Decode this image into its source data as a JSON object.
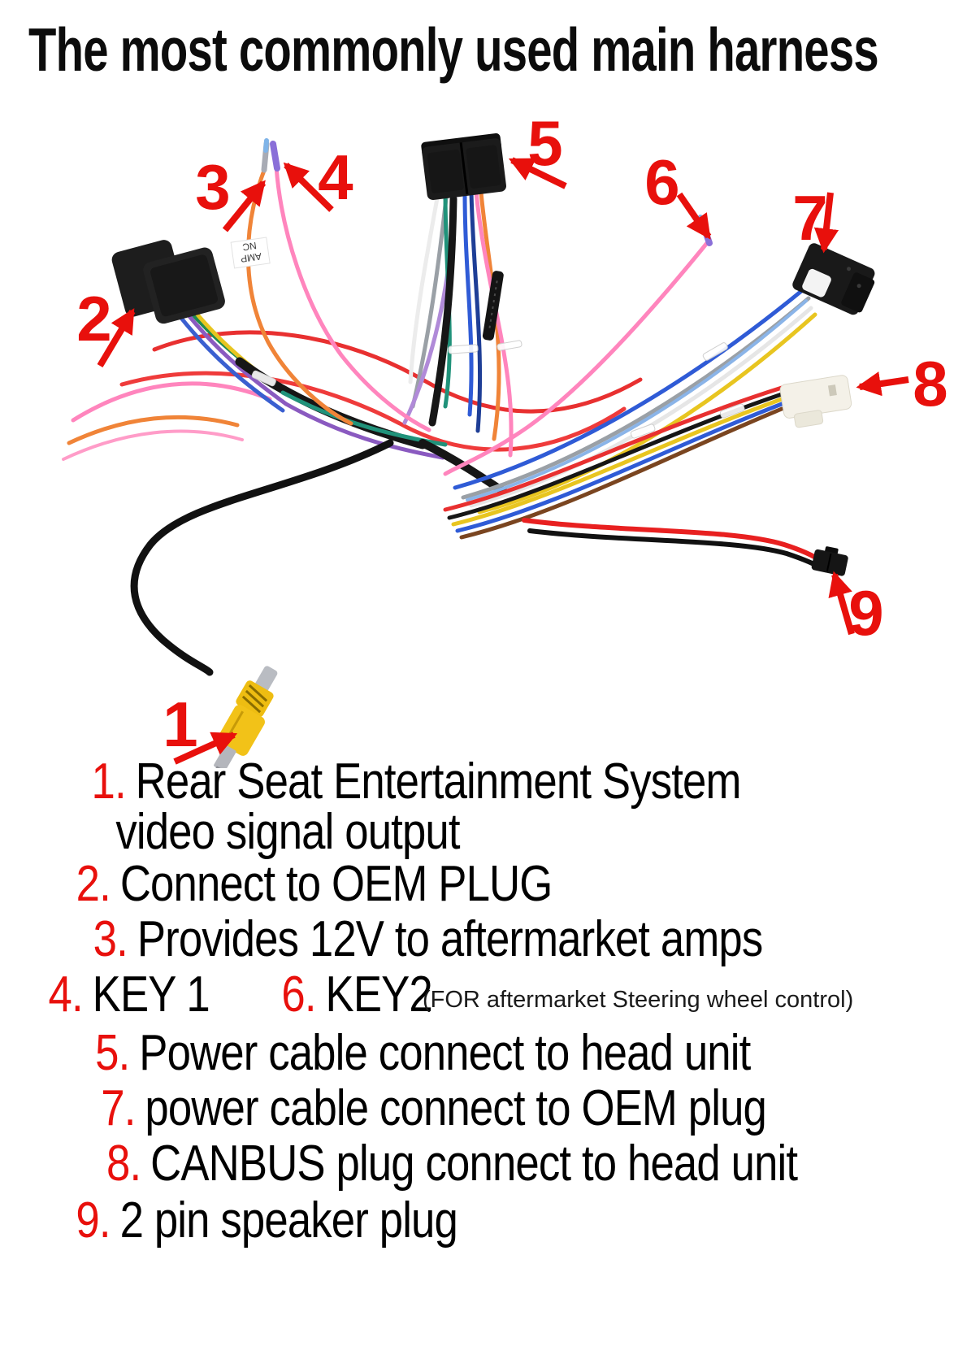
{
  "title": "The most commonly used main harness",
  "colors": {
    "annotation_red": "#e8100c",
    "text_black": "#0c0c0c",
    "background": "#ffffff",
    "rca_yellow": "#f2c218"
  },
  "diagram": {
    "callout_numbers": [
      "1",
      "2",
      "3",
      "4",
      "5",
      "6",
      "7",
      "8",
      "9"
    ],
    "wire_tag": {
      "line1": "AMP",
      "line2": "NC"
    }
  },
  "legend": {
    "rows": [
      {
        "n": "1.",
        "t": "Rear Seat Entertainment System"
      },
      {
        "t": "video signal output"
      },
      {
        "n": "2.",
        "t": "Connect to OEM PLUG"
      },
      {
        "n": "3.",
        "t": "Provides 12V to aftermarket amps"
      },
      {
        "n": "4.",
        "t": "KEY 1"
      },
      {
        "n": "6.",
        "t": "KEY2",
        "note": "(FOR aftermarket Steering wheel control)"
      },
      {
        "n": "5.",
        "t": "Power cable connect to head unit"
      },
      {
        "n": "7.",
        "t": "power cable connect to OEM plug"
      },
      {
        "n": "8.",
        "t": "CANBUS plug connect to head unit"
      },
      {
        "n": "9.",
        "t": "2 pin speaker plug"
      }
    ]
  }
}
